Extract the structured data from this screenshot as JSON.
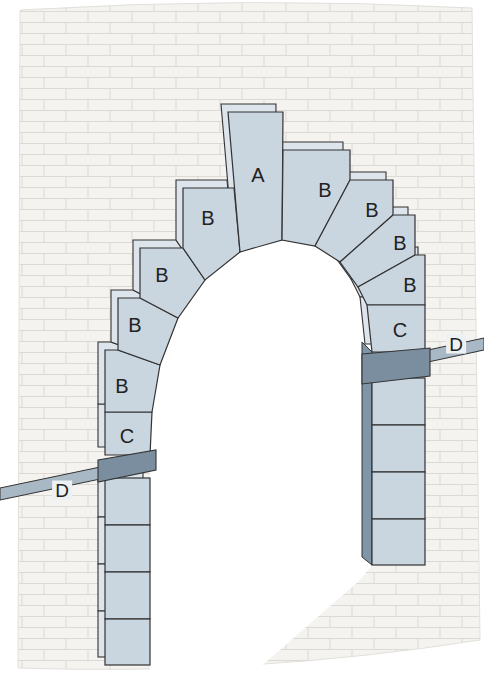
{
  "diagram": {
    "labels": [
      "A",
      "B",
      "B",
      "B",
      "B",
      "B",
      "B",
      "B",
      "C",
      "B",
      "D",
      "C",
      "D"
    ]
  }
}
